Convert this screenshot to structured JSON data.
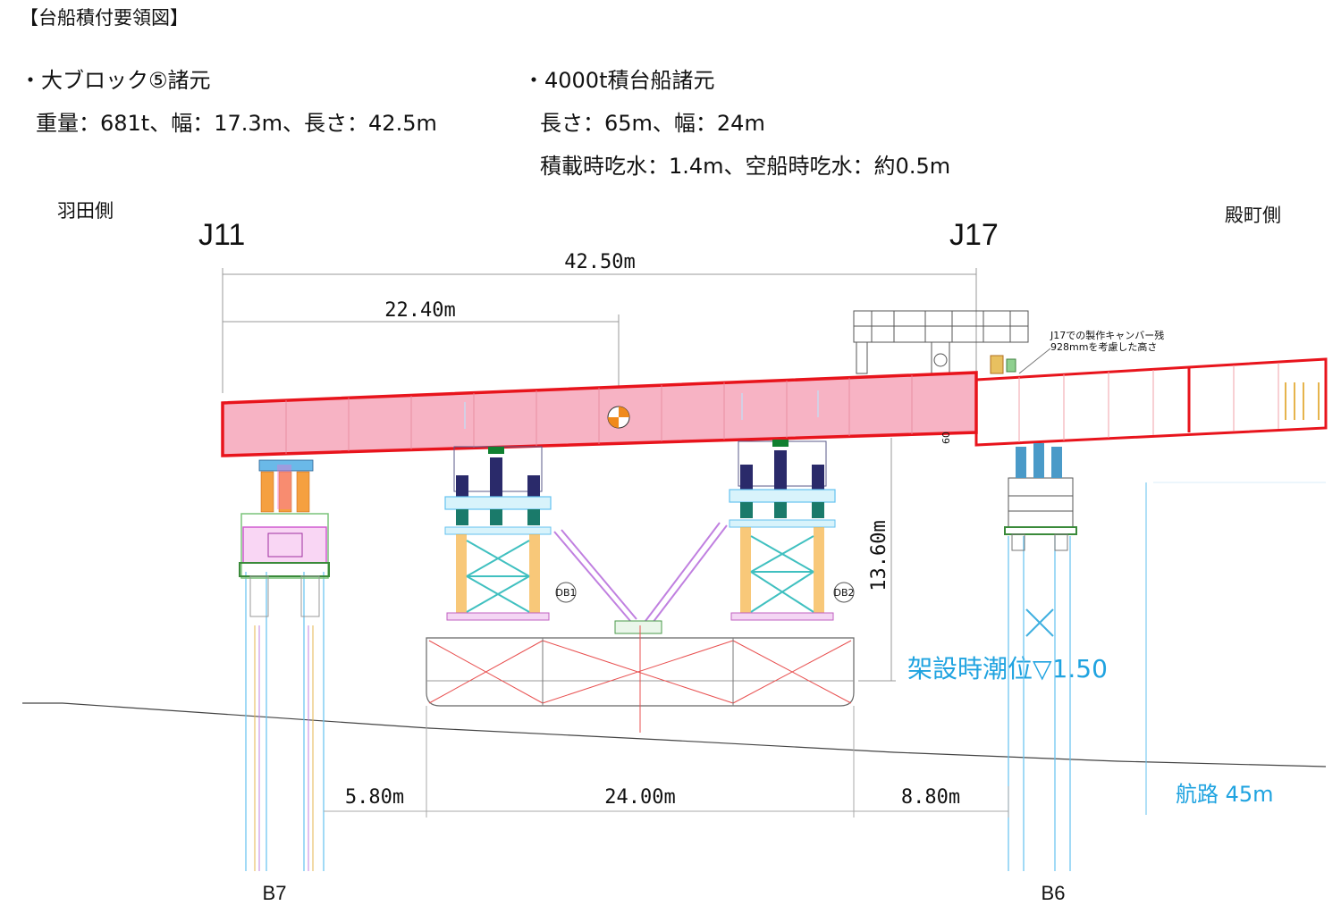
{
  "header": {
    "title": "【台船積付要領図】"
  },
  "block_specs": {
    "heading": "・大ブロック⑤諸元",
    "line1": "重量：681t、幅：17.3m、長さ：42.5m"
  },
  "barge_specs": {
    "heading": "・4000t積台船諸元",
    "line1": "長さ：65m、幅：24m",
    "line2": "積載時吃水：1.4m、空船時吃水：約0.5m"
  },
  "sides": {
    "left": "羽田側",
    "right": "殿町側"
  },
  "joints": {
    "left": "J11",
    "right": "J17"
  },
  "dimensions": {
    "total_length": "42.50m",
    "cg_offset": "22.40m",
    "height": "13.60m",
    "left_gap": "5.80m",
    "barge_width": "24.00m",
    "right_gap": "8.80m"
  },
  "annotations": {
    "camber_line1": "J17での製作キャンバー残",
    "camber_line2": "928mmを考慮した高さ",
    "small_dim": "60",
    "tide": "架設時潮位▽1.50",
    "channel": "航路 45m",
    "db1": "DB1",
    "db2": "DB2"
  },
  "piers": {
    "left": "B7",
    "right": "B6"
  },
  "colors": {
    "girder_outline": "#e8141c",
    "girder_fill": "#f7b3c4",
    "cyan": "#1fa3e0",
    "structure_blue": "#3aa6d8",
    "barge_red": "#e85050"
  }
}
